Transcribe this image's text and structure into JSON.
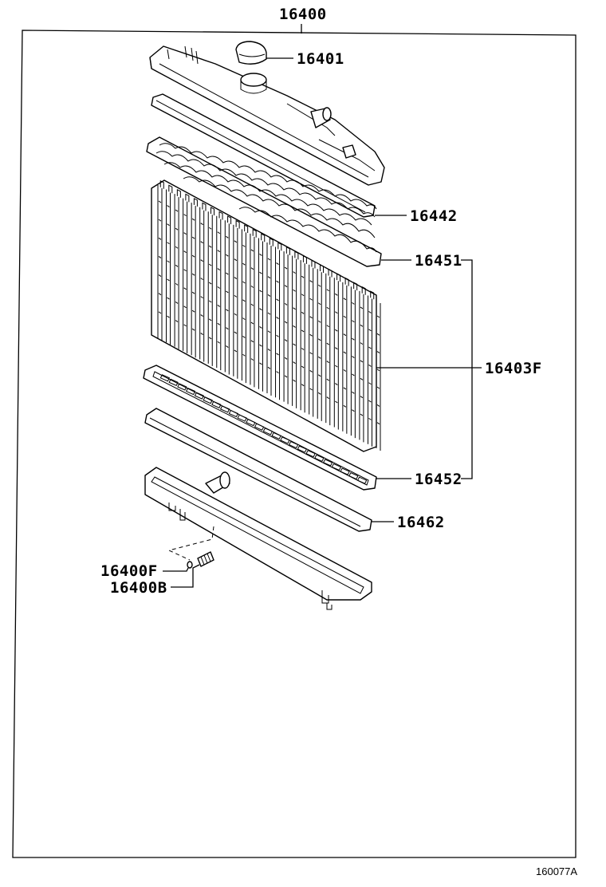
{
  "diagram": {
    "labels": {
      "assembly": "16400",
      "cap": "16401",
      "upper_gasket": "16442",
      "upper_plate": "16451",
      "core": "16403F",
      "lower_plate": "16452",
      "lower_gasket": "16462",
      "drain_plug_f": "16400F",
      "drain_plug_b": "16400B"
    },
    "figure_code": "160077A",
    "colors": {
      "line": "#000000",
      "background": "#ffffff"
    }
  }
}
